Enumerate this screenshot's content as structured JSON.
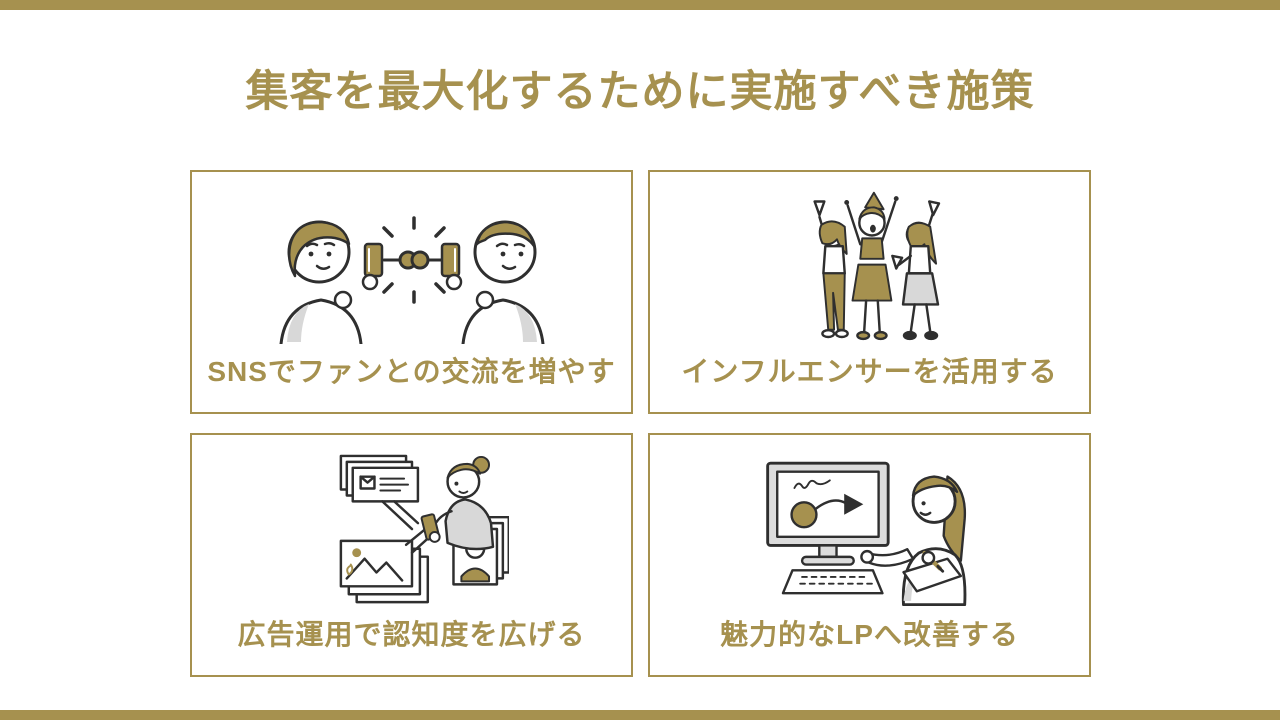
{
  "slide": {
    "title": "集客を最大化するために実施すべき施策",
    "accent_color": "#A6914F",
    "line_color": "#2F2F2F",
    "shade_color": "#D8D8D8",
    "background": "#FFFFFF"
  },
  "cards": [
    {
      "caption": "SNSでファンとの交流を増やす",
      "illustration": "two-people-connecting-smartphones"
    },
    {
      "caption": "インフルエンサーを活用する",
      "illustration": "three-women-celebrating"
    },
    {
      "caption": "広告運用で認知度を広げる",
      "illustration": "woman-distributing-ads"
    },
    {
      "caption": "魅力的なLPへ改善する",
      "illustration": "woman-designing-on-computer"
    }
  ]
}
